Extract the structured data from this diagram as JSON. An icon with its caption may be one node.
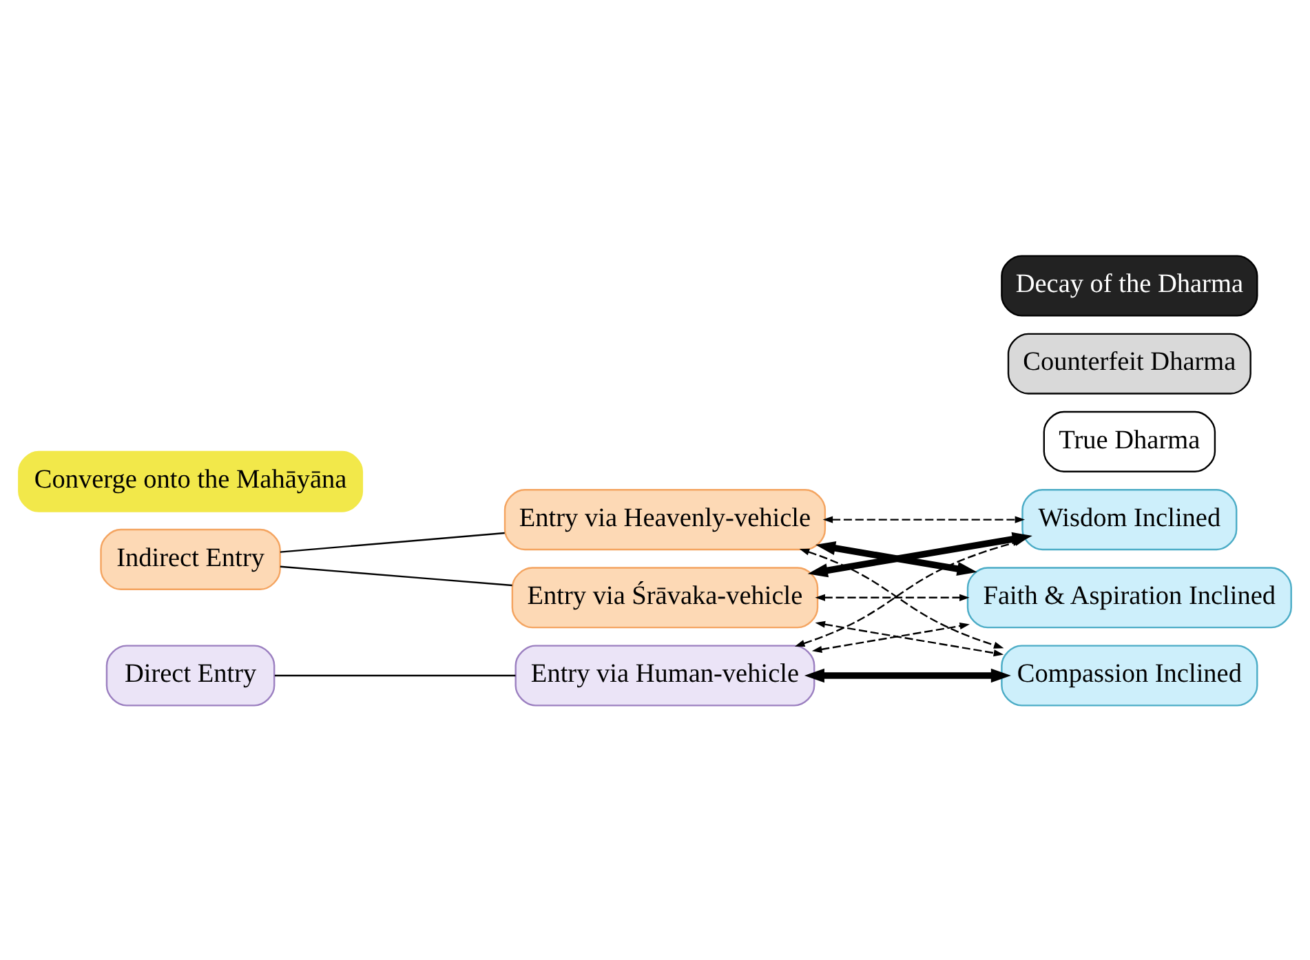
{
  "diagram": {
    "nodes": [
      {
        "text": [
          "Indirect Entry"
        ]
      },
      {
        "text": [
          "Entry via Śrāvaka-vehicle"
        ]
      },
      {
        "text": [
          "Entry via Heavenly-vehicle"
        ]
      },
      {
        "text": [
          "Direct Entry"
        ]
      },
      {
        "text": [
          "Entry via Human-vehicle"
        ]
      },
      {
        "text": [
          "Wisdom Inclined"
        ]
      },
      {
        "text": [
          "True Dharma"
        ]
      },
      {
        "text": [
          "Faith & Aspiration Inclined"
        ]
      },
      {
        "text": [
          "Counterfeit Dharma"
        ]
      },
      {
        "text": [
          "Compassion Inclined"
        ]
      },
      {
        "text": [
          "Decay of the Dharma"
        ]
      },
      {
        "text": [
          "Converge onto the Mahāyāna"
        ]
      }
    ],
    "edges": [
      {
        "from": 0,
        "to": 1,
        "arrow": "none"
      },
      {
        "from": 0,
        "to": 2,
        "arrow": "none"
      },
      {
        "from": 3,
        "to": 4,
        "arrow": "none"
      },
      {
        "from": 1,
        "to": 5,
        "arrow": "both",
        "style": "thick"
      },
      {
        "from": 1,
        "to": 7,
        "arrow": "both",
        "style": "dashed"
      },
      {
        "from": 1,
        "to": 9,
        "arrow": "both",
        "style": "dashed"
      },
      {
        "from": 2,
        "to": 5,
        "arrow": "both",
        "style": "dashed"
      },
      {
        "from": 2,
        "to": 7,
        "arrow": "both",
        "style": "thick"
      },
      {
        "from": 2,
        "to": 9,
        "arrow": "both",
        "style": "dashed"
      },
      {
        "from": 4,
        "to": 5,
        "arrow": "both",
        "style": "dashed"
      },
      {
        "from": 4,
        "to": 7,
        "arrow": "both",
        "style": "dashed"
      },
      {
        "from": 4,
        "to": 9,
        "arrow": "both",
        "style": "thick"
      }
    ]
  }
}
